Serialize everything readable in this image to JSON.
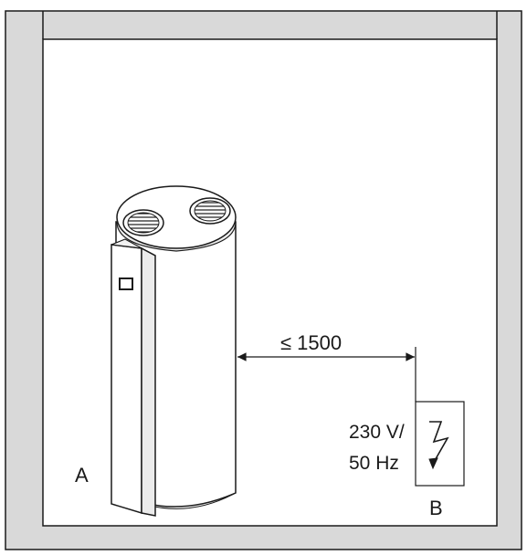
{
  "diagram": {
    "labels": {
      "unit": "A",
      "socket": "B",
      "distance": "≤ 1500",
      "voltage": "230 V/",
      "frequency": "50 Hz"
    },
    "icons": {
      "socket_symbol": "lightning-bolt-icon",
      "unit": "heat-pump-water-heater-icon"
    },
    "colors": {
      "wall": "#d9d9d9",
      "room": "#ffffff",
      "line": "#1a1a1a",
      "tank_shadow": "#e6e6e6"
    }
  }
}
